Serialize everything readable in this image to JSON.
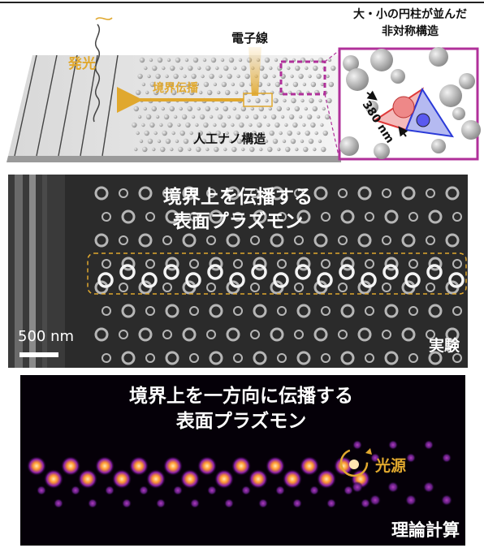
{
  "top_panel": {
    "inset_title_line1": "大・小の円柱が並んだ",
    "inset_title_line2": "非対称構造",
    "electron_beam_label": "電子線",
    "emission_label": "発光",
    "propagation_label": "境界伝播",
    "nanostructure_label": "人工ナノ構造",
    "spacing_label": "380 nm"
  },
  "middle_panel": {
    "title_line1": "境界上を伝播する",
    "title_line2": "表面プラズモン",
    "scale_bar_label": "500 nm",
    "corner_label": "実験"
  },
  "bottom_panel": {
    "title_line1": "境界上を一方向に伝播する",
    "title_line2": "表面プラズモン",
    "source_label": "光源",
    "corner_label": "理論計算"
  },
  "colors": {
    "accent_gold": "#e0a82e",
    "inset_frame": "#b0309a",
    "triangle_red": "#e03a3a",
    "triangle_blue": "#2a3ad8",
    "thermal_orange": "#ff9a30",
    "thermal_purple": "#7a1f9e"
  }
}
